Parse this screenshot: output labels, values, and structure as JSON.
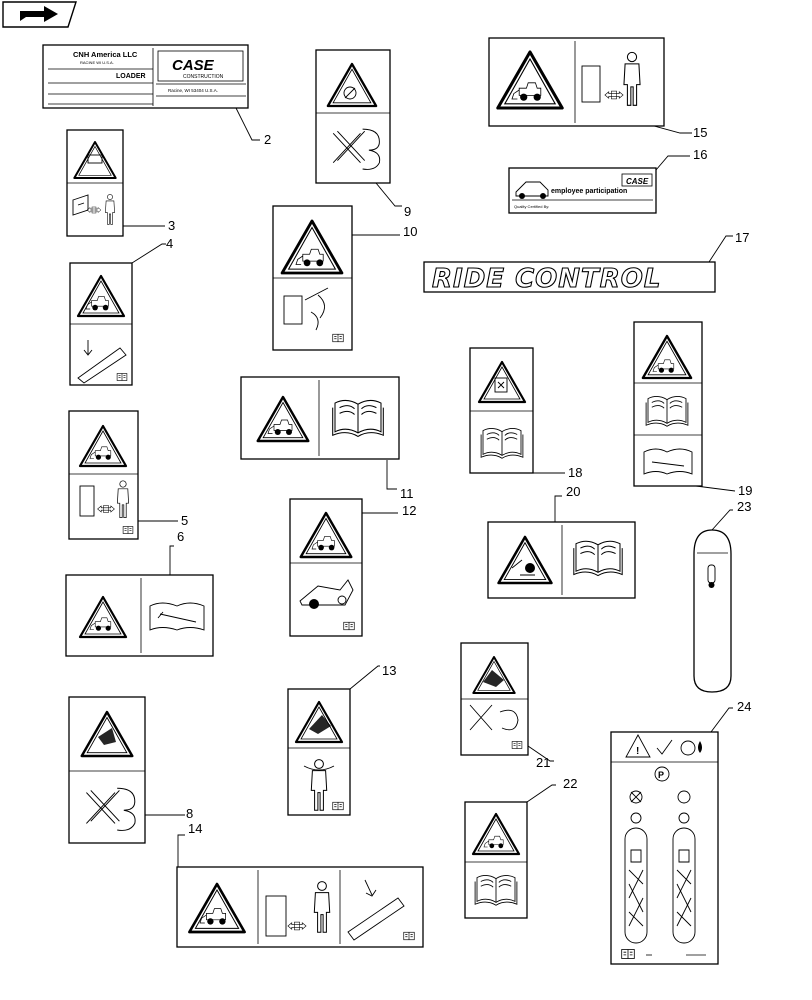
{
  "nav_icon": "forward-arrow-icon",
  "callouts": [
    "2",
    "3",
    "4",
    "5",
    "6",
    "8",
    "9",
    "10",
    "11",
    "12",
    "13",
    "14",
    "15",
    "16",
    "17",
    "18",
    "19",
    "20",
    "21",
    "22",
    "23",
    "24"
  ],
  "plate": {
    "company": "CNH America LLC",
    "company_sub": "RACINE WI U.S.A.",
    "brand": "CASE",
    "brand_sub": "CONSTRUCTION",
    "product": "LOADER",
    "address": "Racine, WI 53404 U.S.A."
  },
  "decal16": {
    "text": "employee participation",
    "brand": "CASE",
    "footer": "Quality Certified By:"
  },
  "decal17": {
    "text": "RIDE CONTROL"
  }
}
